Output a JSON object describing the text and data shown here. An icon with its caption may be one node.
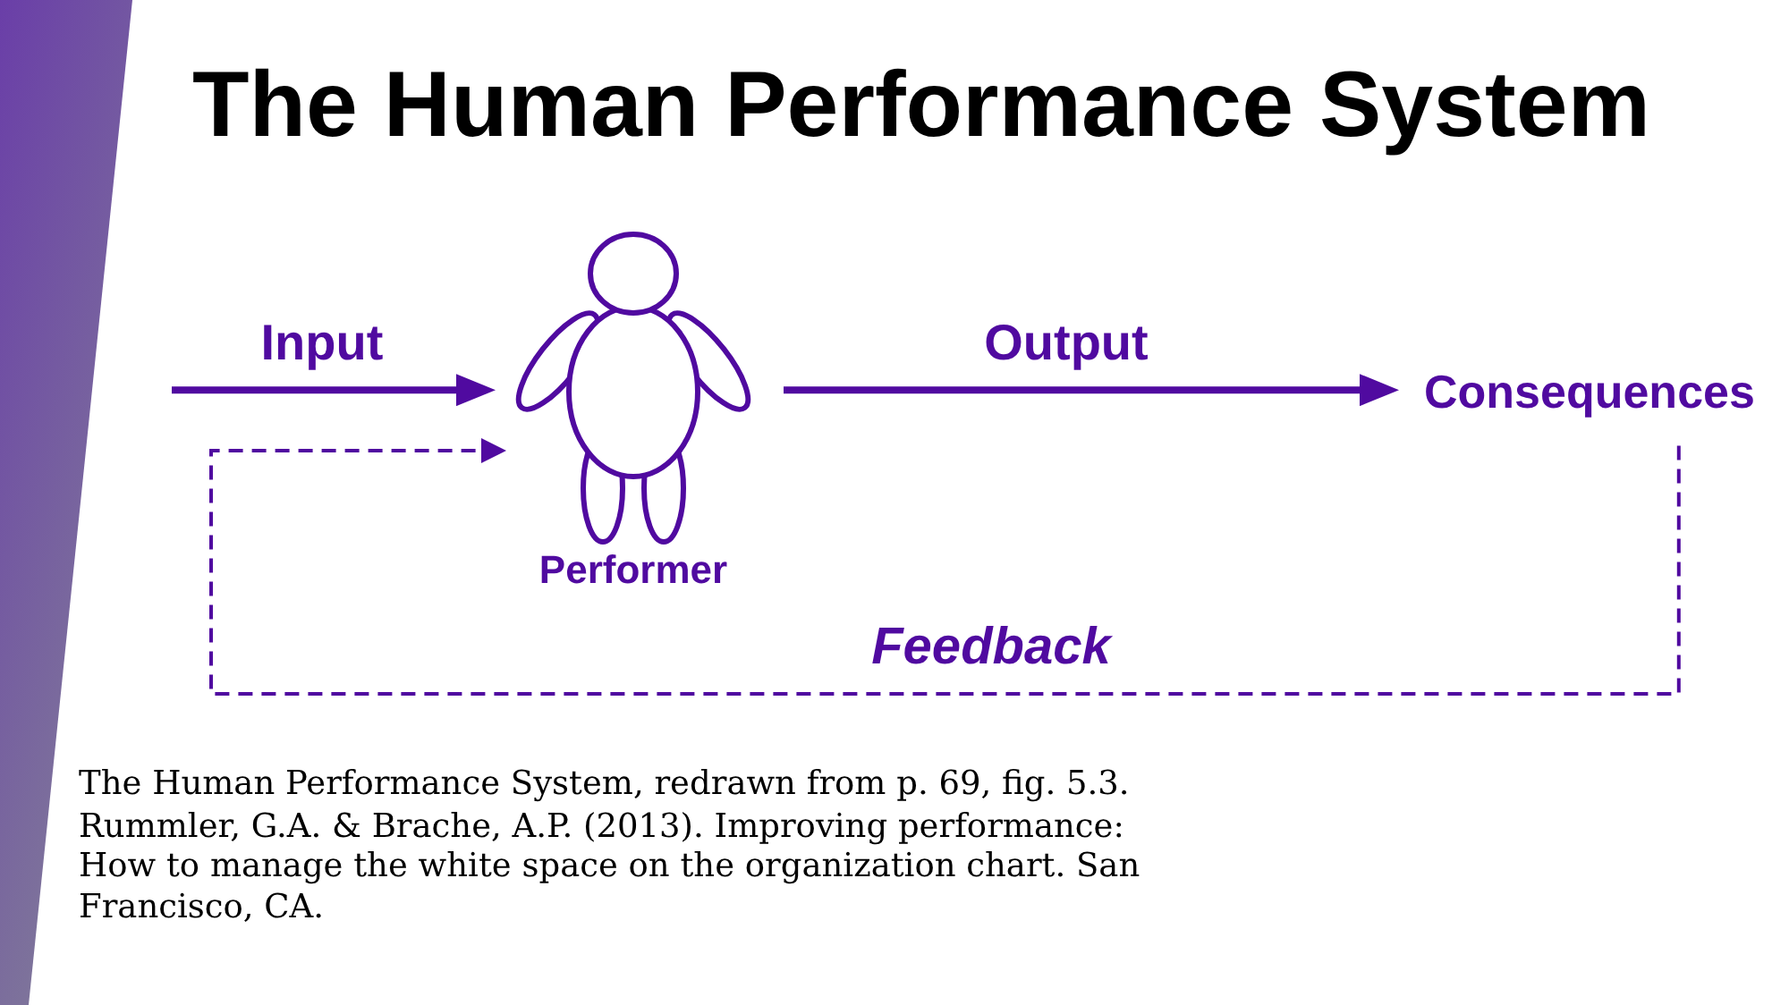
{
  "diagram": {
    "title": "The Human Performance System",
    "caption": "The Human Performance System, redrawn from p. 69, fig. 5.3.",
    "nodes": [
      {
        "text": [],
        "shape": "person",
        "beside": [
          "Performer"
        ]
      },
      {
        "text": [
          "Consequences"
        ]
      }
    ],
    "edges": [
      {
        "from": null,
        "to": 0,
        "arrow": "to",
        "label": "Input"
      },
      {
        "from": 0,
        "to": 1,
        "arrow": "to",
        "label": "Output"
      },
      {
        "from": 1,
        "to": 0,
        "arrow": "to",
        "label": "Feedback",
        "style": "dashed"
      }
    ],
    "labels": [
      "Rummler, G.A. & Brache, A.P. (2013). Improving performance: How to manage the white space on the organization chart. San Francisco, CA."
    ]
  }
}
